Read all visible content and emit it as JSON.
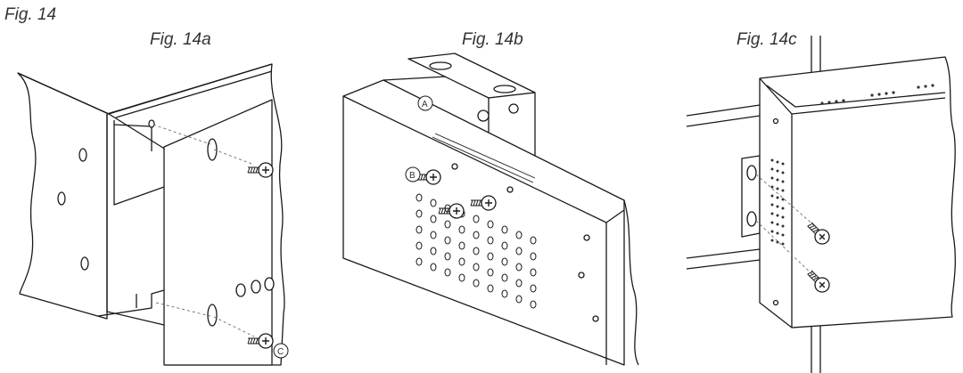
{
  "figure": {
    "title": "Fig. 14",
    "panels": [
      {
        "label": "Fig. 14a",
        "callouts": [
          "C"
        ]
      },
      {
        "label": "Fig. 14b",
        "callouts": [
          "A",
          "B"
        ]
      },
      {
        "label": "Fig. 14c",
        "callouts": []
      }
    ]
  }
}
